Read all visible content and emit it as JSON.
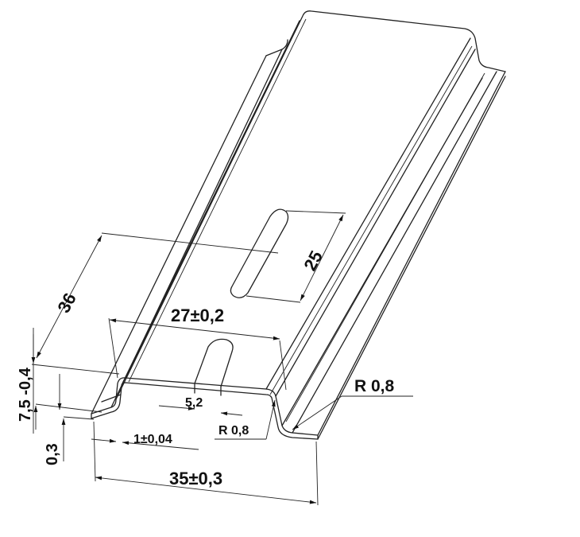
{
  "title": "DIN rail 35 x 7.5 dimension drawing",
  "dimensions": {
    "length_label": "36",
    "slot_length": "25",
    "top_width": "27±0,2",
    "outer_radius": "R 0,8",
    "height": "7,5 -0,4",
    "flange_offset": "0,3",
    "slot_width": "5,2",
    "inner_radius": "R 0,8",
    "thickness": "1±0,04",
    "total_width": "35±0,3"
  },
  "colors": {
    "line": "#222222",
    "background": "#ffffff"
  }
}
